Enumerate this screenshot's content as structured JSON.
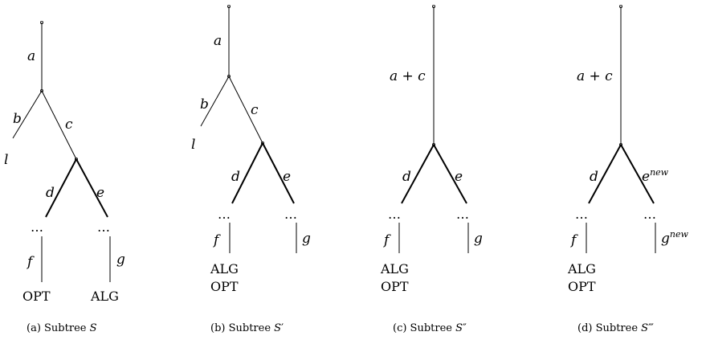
{
  "panels": [
    {
      "edge_labels": {
        "a": "a",
        "b": "b",
        "c": "c",
        "d": "d",
        "e": "e",
        "f": "f",
        "g": "g"
      },
      "leaf_l": "l",
      "dots_left": "…",
      "dots_right": "…",
      "bottom_left_line1": "OPT",
      "bottom_left_line2": "",
      "bottom_right_line1": "ALG",
      "caption_prefix": "(a) Subtree ",
      "caption_var": "S",
      "caption_mark": ""
    },
    {
      "edge_labels": {
        "a": "a",
        "b": "b",
        "c": "c",
        "d": "d",
        "e": "e",
        "f": "f",
        "g": "g"
      },
      "leaf_l": "l",
      "dots_left": "…",
      "dots_right": "…",
      "bottom_left_line1": "ALG",
      "bottom_left_line2": "OPT",
      "bottom_right_line1": "",
      "caption_prefix": "(b) Subtree ",
      "caption_var": "S",
      "caption_mark": "′"
    },
    {
      "edge_labels": {
        "top": "a + c",
        "d": "d",
        "e": "e",
        "f": "f",
        "g": "g"
      },
      "dots_left": "…",
      "dots_right": "…",
      "bottom_left_line1": "ALG",
      "bottom_left_line2": "OPT",
      "caption_prefix": "(c) Subtree ",
      "caption_var": "S",
      "caption_mark": "″"
    },
    {
      "edge_labels": {
        "top": "a + c",
        "d": "d",
        "e": "e",
        "e_sup": "new",
        "f": "f",
        "g": "g",
        "g_sup": "new"
      },
      "dots_left": "…",
      "dots_right": "…",
      "bottom_left_line1": "ALG",
      "bottom_left_line2": "OPT",
      "caption_prefix": "(d) Subtree ",
      "caption_var": "S",
      "caption_mark": "‴"
    }
  ]
}
